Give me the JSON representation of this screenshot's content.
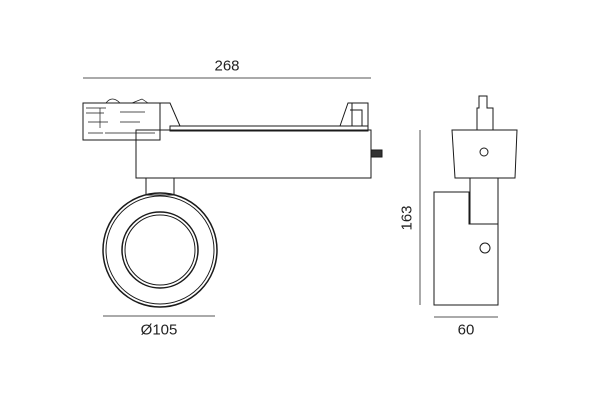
{
  "dimensions": {
    "length": "268",
    "diameter": "Ø105",
    "height": "163",
    "width": "60"
  },
  "colors": {
    "line": "#1a1a1a",
    "dimension_line": "#555555"
  }
}
